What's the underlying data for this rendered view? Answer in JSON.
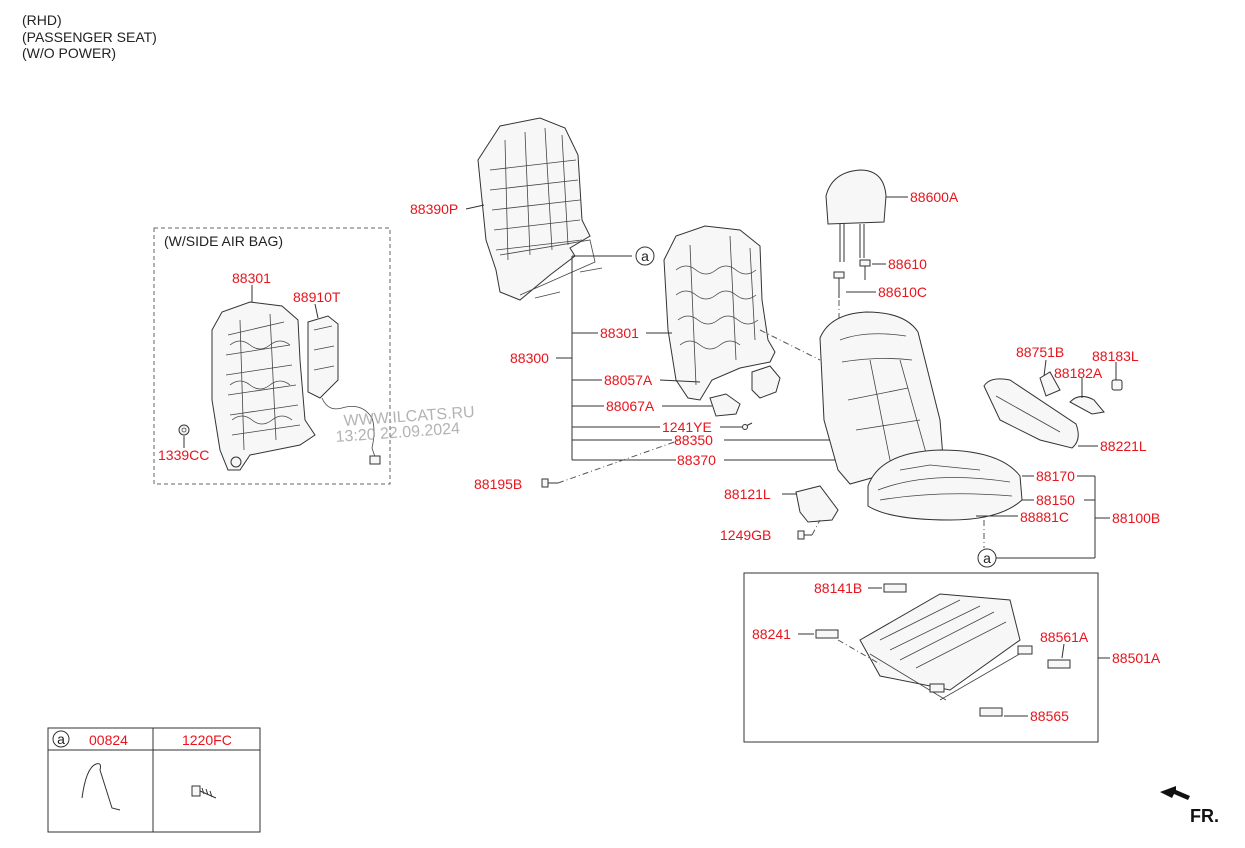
{
  "header": {
    "line1": "(RHD)",
    "line2": "(PASSENGER SEAT)",
    "line3": "(W/O POWER)"
  },
  "inset": {
    "title": "(W/SIDE AIR BAG)"
  },
  "parts": {
    "p88390P": "88390P",
    "p88301_inset": "88301",
    "p88910T": "88910T",
    "p1339CC": "1339CC",
    "p88301": "88301",
    "p88300": "88300",
    "p88057A": "88057A",
    "p88067A": "88067A",
    "p1241YE": "1241YE",
    "p88350": "88350",
    "p88370": "88370",
    "p88195B": "88195B",
    "p88600A": "88600A",
    "p88610": "88610",
    "p88610C": "88610C",
    "p88751B": "88751B",
    "p88183L": "88183L",
    "p88182A": "88182A",
    "p88221L": "88221L",
    "p88170": "88170",
    "p88150": "88150",
    "p88881C": "88881C",
    "p88100B": "88100B",
    "p88121L": "88121L",
    "p1249GB": "1249GB",
    "p88141B": "88141B",
    "p88241": "88241",
    "p88561A": "88561A",
    "p88501A": "88501A",
    "p88565": "88565"
  },
  "marker": "a",
  "legend": {
    "marker": "a",
    "col1": "00824",
    "col2": "1220FC"
  },
  "watermark": {
    "line1": "WWW.ILCATS.RU",
    "line2": "13:20 22.09.2024"
  },
  "direction": "FR."
}
